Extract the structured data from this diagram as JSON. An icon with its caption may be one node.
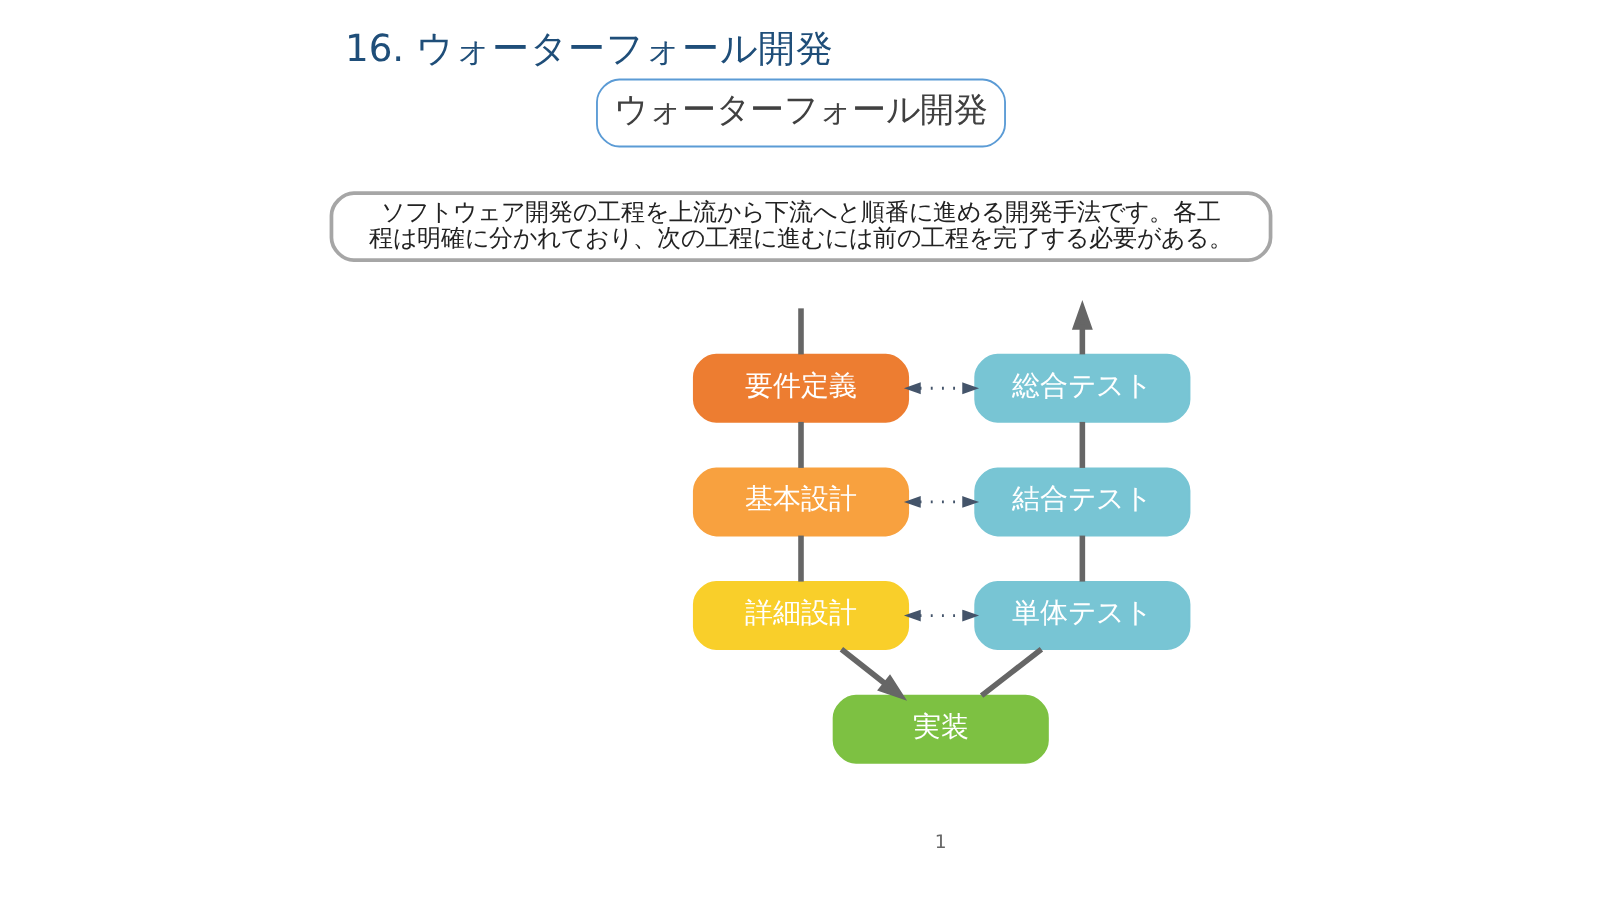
{
  "diagram": {
    "title": "16. ウォーターフォール開発",
    "nodes": [
      {
        "text": [
          "ウォーターフォール開発"
        ]
      },
      {
        "text": [
          "ソフトウェア開発の工程を上流から下流へと順番に進める開発手法です。各工程は明確に分かれており、次の工程に進むには前の工程を完了する必要がある。"
        ]
      },
      {
        "text": [
          "要件定義"
        ]
      },
      {
        "text": [
          "基本設計"
        ]
      },
      {
        "text": [
          "詳細設計"
        ]
      },
      {
        "text": [
          "実装"
        ]
      },
      {
        "text": [
          "単体テスト"
        ]
      },
      {
        "text": [
          "結合テスト"
        ]
      },
      {
        "text": [
          "総合テスト"
        ]
      }
    ],
    "edges": [
      {
        "from": null,
        "to": 2,
        "arrow": "none"
      },
      {
        "from": 2,
        "to": 3,
        "arrow": "none"
      },
      {
        "from": 3,
        "to": 4,
        "arrow": "none"
      },
      {
        "from": 4,
        "to": 5,
        "arrow": "to"
      },
      {
        "from": 5,
        "to": 6,
        "arrow": "none"
      },
      {
        "from": 6,
        "to": 7,
        "arrow": "none"
      },
      {
        "from": 7,
        "to": 8,
        "arrow": "none"
      },
      {
        "from": 8,
        "to": null,
        "arrow": "to"
      },
      {
        "from": 2,
        "to": 8,
        "arrow": "both",
        "style": "dashed",
        "color": "#44546a"
      },
      {
        "from": 3,
        "to": 7,
        "arrow": "both",
        "style": "dashed",
        "color": "#44546a"
      },
      {
        "from": 4,
        "to": 6,
        "arrow": "both",
        "style": "dashed",
        "color": "#44546a"
      }
    ],
    "labels": [
      "1"
    ]
  }
}
